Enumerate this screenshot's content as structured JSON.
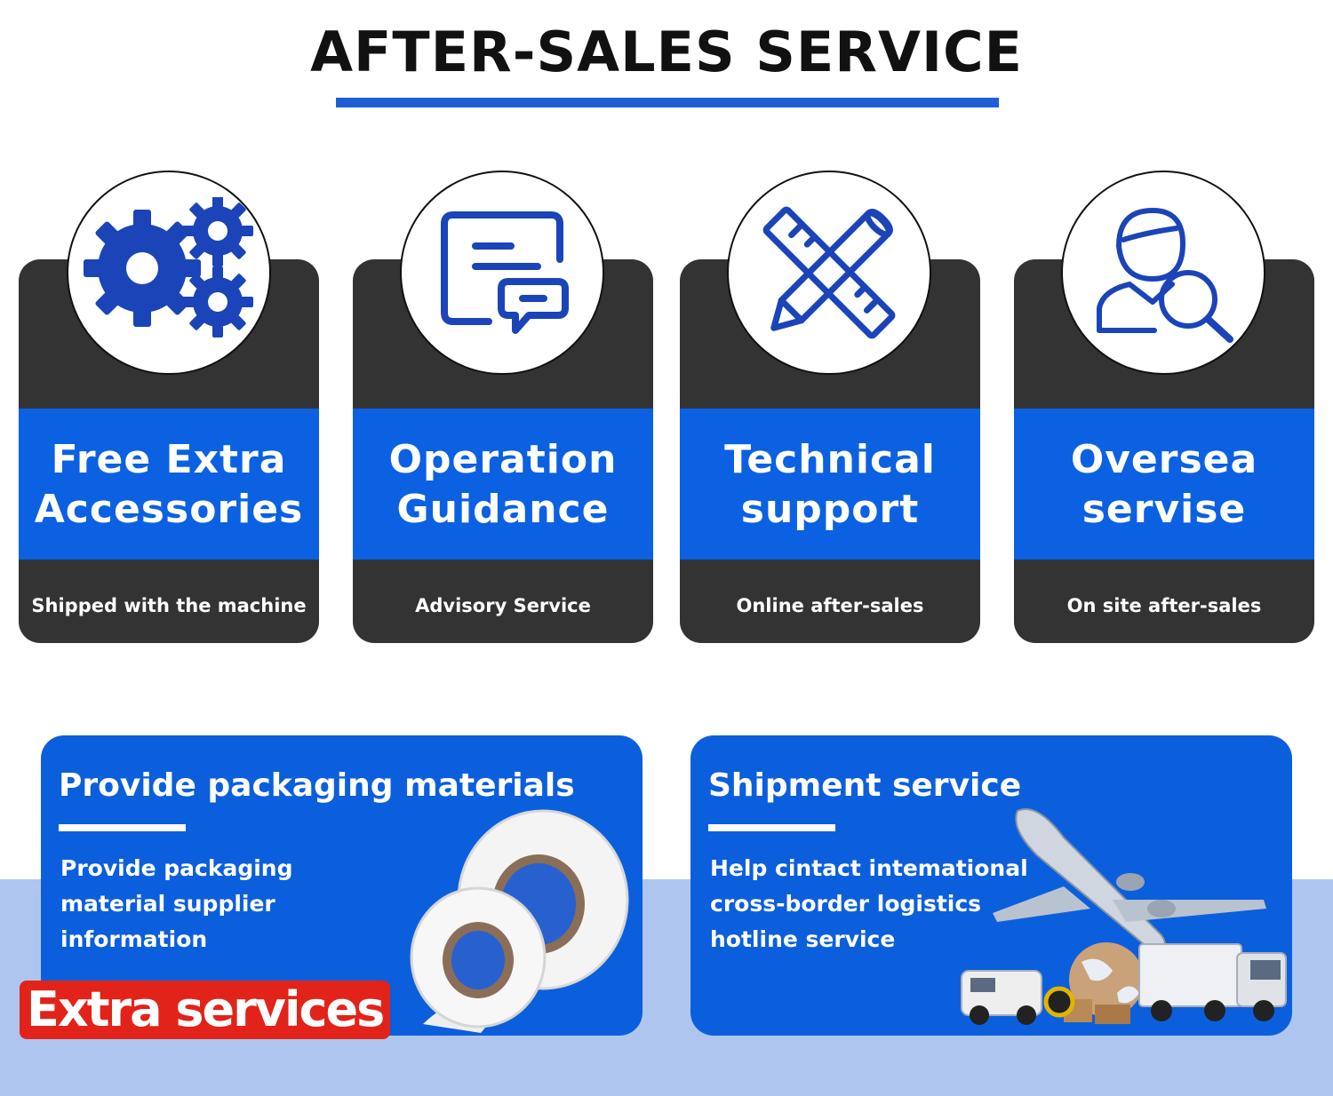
{
  "title": "AFTER-SALES SERVICE",
  "colors": {
    "accent": "#0b61e2",
    "dark_card": "#333333",
    "band": "#aec6ef",
    "badge": "#e2231a"
  },
  "cards": [
    {
      "icon": "gears-icon",
      "title_line1": "Free Extra",
      "title_line2": "Accessories",
      "subtitle": "Shipped with the machine"
    },
    {
      "icon": "document-chat-icon",
      "title_line1": "Operation",
      "title_line2": "Guidance",
      "subtitle": "Advisory Service"
    },
    {
      "icon": "ruler-pencil-icon",
      "title_line1": "Technical",
      "title_line2": "support",
      "subtitle": "Online after-sales"
    },
    {
      "icon": "user-search-icon",
      "title_line1": "Oversea",
      "title_line2": "servise",
      "subtitle": "On site after-sales"
    }
  ],
  "panels": {
    "packaging": {
      "title": "Provide packaging materials",
      "lines": [
        "Provide packaging",
        "material supplier",
        "information"
      ],
      "image": "tape-rolls-image"
    },
    "shipment": {
      "title": "Shipment service",
      "lines": [
        "Help cintact intemational",
        "cross-border logistics",
        "hotline service"
      ],
      "image": "airplane-trucks-globe-image"
    }
  },
  "badge": "Extra services"
}
